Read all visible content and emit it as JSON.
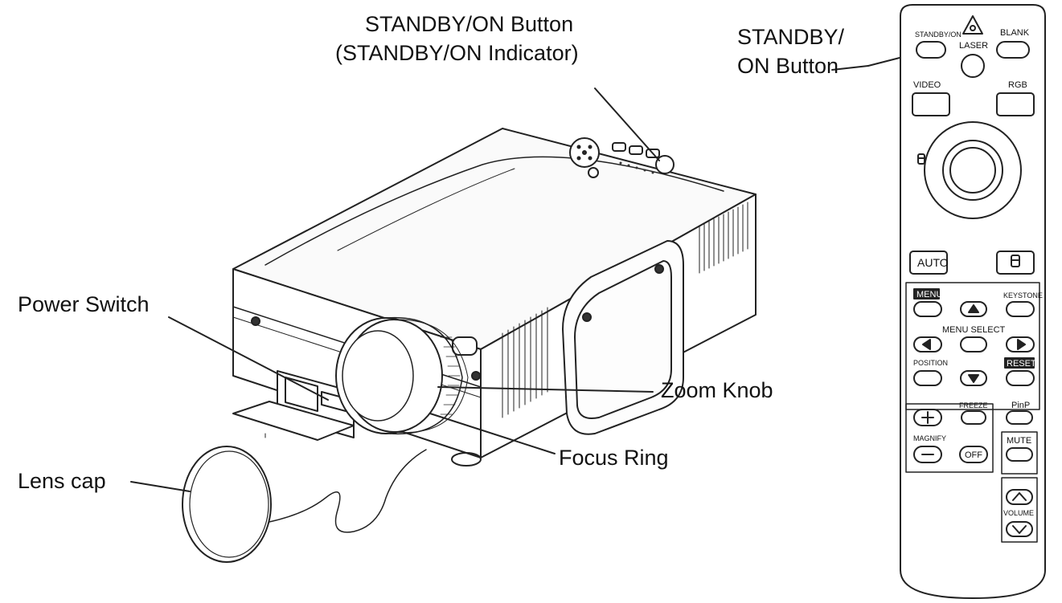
{
  "callouts": {
    "standby_on_button": "STANDBY/ON Button",
    "standby_on_indicator": "(STANDBY/ON Indicator)",
    "remote_standby_line1": "STANDBY/",
    "remote_standby_line2": "ON Button",
    "power_switch": "Power Switch",
    "zoom_knob": "Zoom Knob",
    "focus_ring": "Focus Ring",
    "lens_cap": "Lens cap"
  },
  "remote": {
    "standby_on": "STANDBY/ON",
    "laser": "LASER",
    "blank": "BLANK",
    "video": "VIDEO",
    "rgb": "RGB",
    "auto": "AUTO",
    "menu": "MENU",
    "keystone": "KEYSTONE",
    "menu_select": "MENU SELECT",
    "position": "POSITION",
    "reset": "RESET",
    "freeze": "FREEZE",
    "pinp": "PinP",
    "magnify": "MAGNIFY",
    "off": "OFF",
    "mute": "MUTE",
    "volume": "VOLUME"
  }
}
